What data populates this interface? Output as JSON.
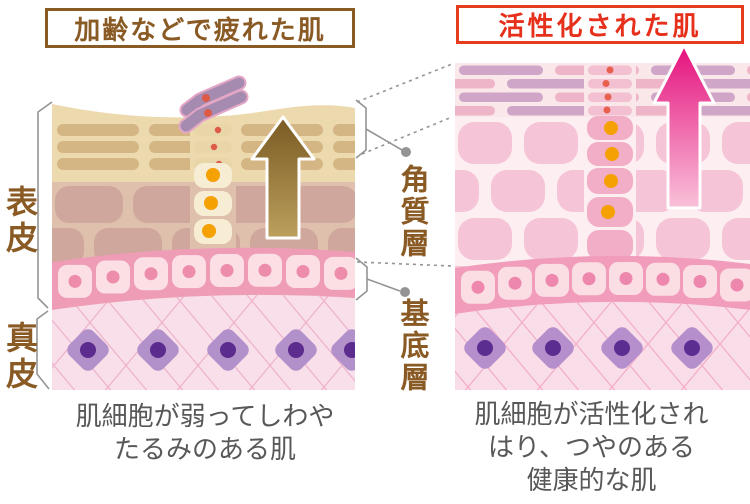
{
  "titles": {
    "left": "加齢などで疲れた肌",
    "right": "活性化された肌"
  },
  "side_labels": {
    "epidermis": "表皮",
    "dermis": "真皮"
  },
  "layer_labels": {
    "stratum_corneum": "角質層",
    "basal_layer": "基底層"
  },
  "captions": {
    "left": {
      "line1": "肌細胞が弱ってしわや",
      "line2": "たるみのある肌"
    },
    "right": {
      "line1": "肌細胞が活性化され",
      "line2": "はり、つやのある",
      "line3": "健康的な肌"
    }
  },
  "icons": {
    "left_arrow": "turnover-up-arrow",
    "right_arrow": "turnover-up-arrow",
    "flakes": "peeling-skin-flakes",
    "pointer_dots": "label-pointer-dot"
  },
  "colors": {
    "title_left_text": "#8a5a24",
    "title_left_border": "#8a5a24",
    "title_right_text": "#e6301c",
    "title_right_border": "#e63c1e",
    "label_brown": "#8a5a24",
    "caption_gray": "#595757",
    "connector_gray": "#949494",
    "left_diagram": {
      "surface": "#ecd9ae",
      "sc_cell": "#d4b685",
      "epi_bg": "#dec0ad",
      "epi_cell": "#d0a79c",
      "column_cell": "#f7ecd4",
      "orange_dot": "#f5a003",
      "red_dot": "#dd5a47",
      "flake": "#a68bb0",
      "flake_outline": "#e4a7c6",
      "arrow_top": "#7a5a22",
      "arrow_bottom": "#bba05e",
      "basal_band": "#ef9cb7",
      "basal_cell": "#fbdfe5",
      "basal_nucleus": "#ee8cab",
      "dermis_bg": "#f8dfe9",
      "hatch": "#efb3cd",
      "fibroblast": "#b290c9",
      "fibroblast_core": "#5b2b8e"
    },
    "right_diagram": {
      "sc_bg": "#fae7e9",
      "sc_cell_mauve": "#cfa5c8",
      "sc_cell_pink": "#eeb5c9",
      "epi_bg": "#fdeef1",
      "epi_cell": "#f6c4d7",
      "column_cell": "#f3aec7",
      "orange_dot": "#f5a003",
      "red_dot": "#e8604d",
      "arrow_top": "#e5107d",
      "arrow_bottom": "#f9c2da",
      "basal_band": "#f09cba",
      "basal_cell": "#fbdde4",
      "basal_nucleus": "#ee87ad",
      "dermis_bg": "#f9dde8",
      "hatch": "#f2aeca",
      "fibroblast": "#b58fcb",
      "fibroblast_core": "#5c2d91"
    }
  }
}
